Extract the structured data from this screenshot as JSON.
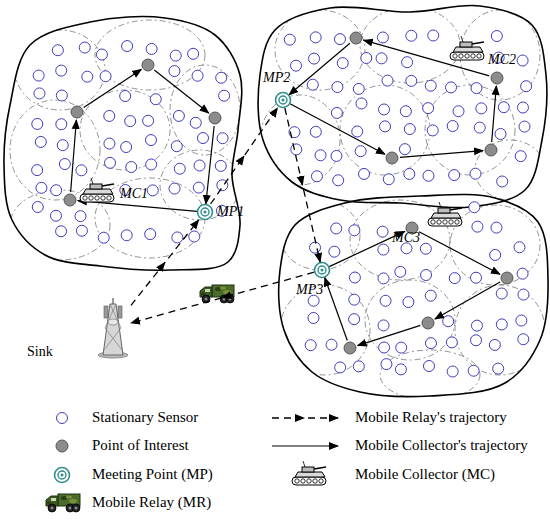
{
  "diagram": {
    "nodes": [
      {
        "text": [
          "MC1"
        ]
      },
      {
        "text": [
          "MP1"
        ]
      },
      {
        "text": [
          "MC2"
        ]
      },
      {
        "text": [
          "MP2"
        ]
      },
      {
        "text": [
          "MC3"
        ]
      },
      {
        "text": [
          "MP3"
        ]
      },
      {
        "text": [
          "Sink"
        ]
      }
    ],
    "edges": [
      {
        "from": 6,
        "to": 1,
        "arrow": "to"
      },
      {
        "from": 1,
        "to": 3,
        "arrow": "to"
      },
      {
        "from": 3,
        "to": 5,
        "arrow": "to"
      },
      {
        "from": 5,
        "to": 6,
        "arrow": "to"
      }
    ],
    "legend": [
      {
        "text": "Stationary Sensor"
      },
      {
        "text": "Mobile Relay's trajectory"
      },
      {
        "text": "Point of Interest"
      },
      {
        "text": "Mobile Collector's trajectory"
      },
      {
        "text": "Meeting Point (MP)"
      },
      {
        "text": "Mobile Collector (MC)"
      },
      {
        "text": "Mobile Relay (MR)"
      }
    ]
  }
}
